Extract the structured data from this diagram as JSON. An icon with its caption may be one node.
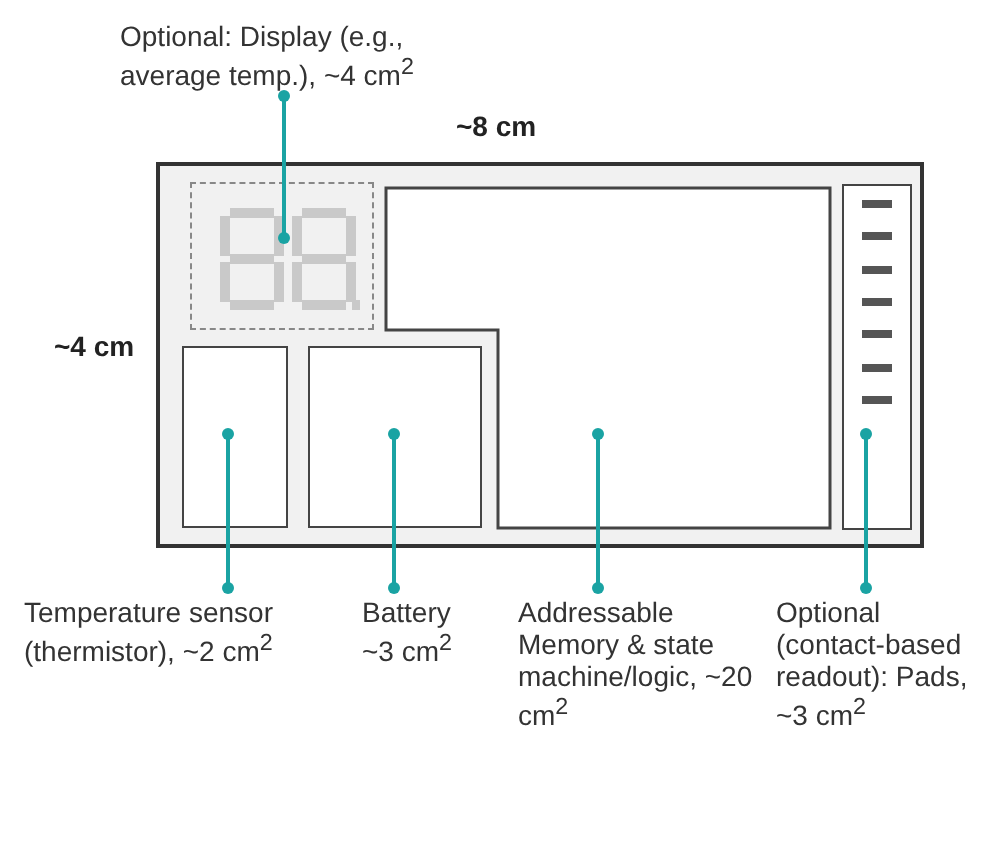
{
  "diagram": {
    "nodes": [
      {
        "text": [],
        "shape": "box"
      },
      {
        "text": [],
        "shape": "box",
        "in": 0
      },
      {
        "text": [],
        "shape": "box",
        "in": 0
      },
      {
        "text": [],
        "shape": "box",
        "in": 0
      },
      {
        "text": [],
        "shape": "box",
        "in": 0
      },
      {
        "text": [],
        "shape": "box",
        "in": 0
      },
      {
        "text": [
          "Optional: Display (e.g., average temp.), ~4 cm$^{2}$"
        ]
      },
      {
        "text": [
          "Temperature sensor (thermistor), ~2 cm$^{2}$"
        ]
      },
      {
        "text": [
          "Battery ~3 cm$^{2}$"
        ]
      },
      {
        "text": [
          "Addressable Memory & state machine/logic, ~20 cm$^{2}$"
        ]
      },
      {
        "text": [
          "Optional (contact-based readout): Pads, ~3 cm$^{2}$"
        ]
      }
    ],
    "edges": [
      {
        "from": 6,
        "to": 1,
        "arrow": "other"
      },
      {
        "from": 2,
        "to": 7,
        "arrow": "other"
      },
      {
        "from": 3,
        "to": 8,
        "arrow": "other"
      },
      {
        "from": 4,
        "to": 9,
        "arrow": "other"
      },
      {
        "from": 5,
        "to": 10,
        "arrow": "other"
      }
    ],
    "labels": [
      "~8 cm",
      "~4 cm"
    ]
  }
}
